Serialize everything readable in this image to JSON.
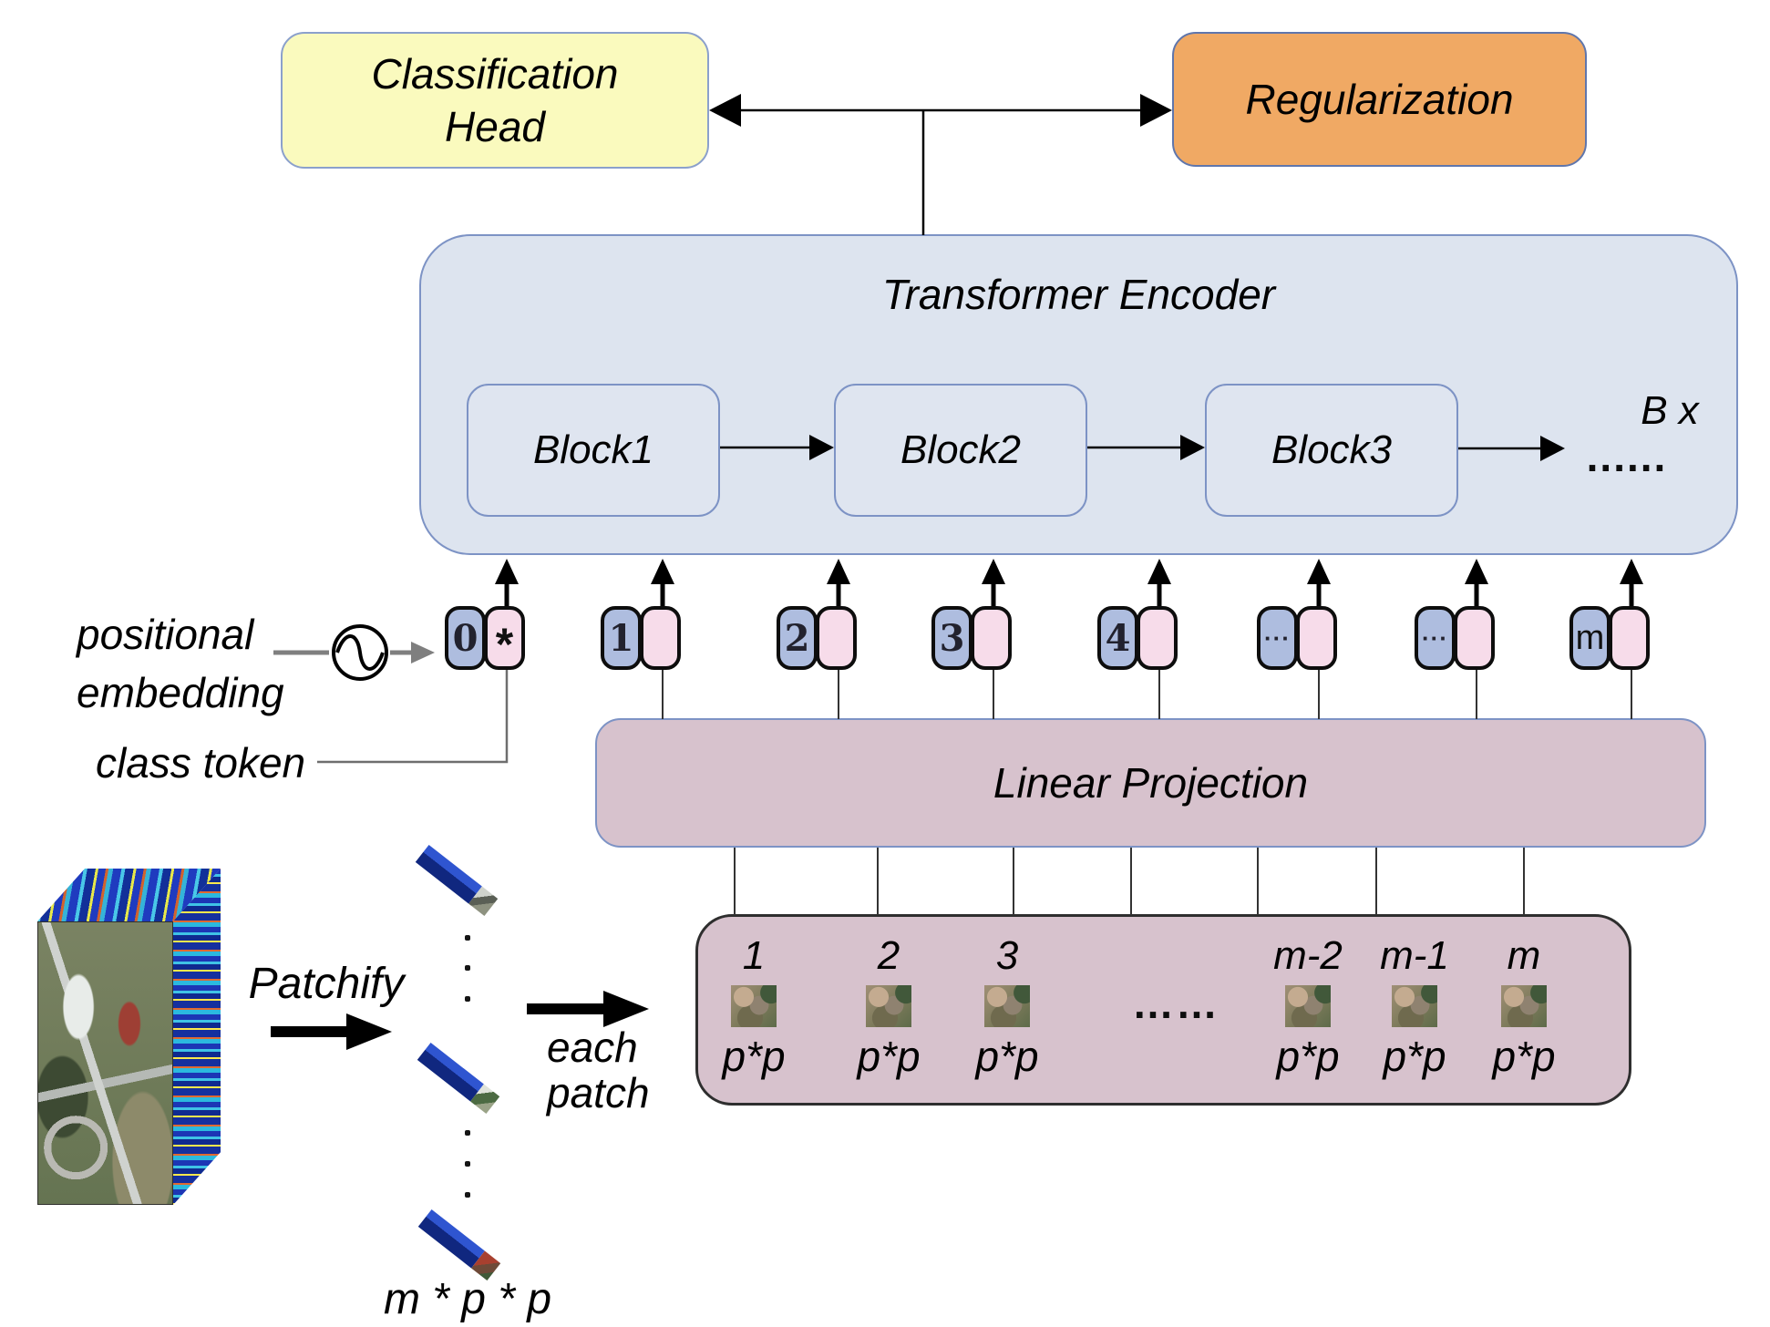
{
  "nodes": {
    "classification_head": {
      "line1": "Classification",
      "line2": "Head"
    },
    "regularization": {
      "label": "Regularization"
    },
    "transformer_encoder": {
      "title": "Transformer Encoder",
      "blocks": [
        {
          "label": "Block1"
        },
        {
          "label": "Block2"
        },
        {
          "label": "Block3"
        }
      ],
      "repeat_label": "B x",
      "ellipsis": "......"
    },
    "linear_projection": {
      "label": "Linear Projection"
    },
    "patch_sequence": {
      "columns": [
        {
          "label": "1",
          "size": "p*p"
        },
        {
          "label": "2",
          "size": "p*p"
        },
        {
          "label": "3",
          "size": "p*p"
        },
        {
          "label": "……",
          "size": ""
        },
        {
          "label": "m-2",
          "size": "p*p"
        },
        {
          "label": "m-1",
          "size": "p*p"
        },
        {
          "label": "m",
          "size": "p*p"
        }
      ]
    }
  },
  "tokens": {
    "items": [
      {
        "label": "0",
        "tag": "*"
      },
      {
        "label": "1",
        "tag": ""
      },
      {
        "label": "2",
        "tag": ""
      },
      {
        "label": "3",
        "tag": ""
      },
      {
        "label": "4",
        "tag": ""
      },
      {
        "label": "···",
        "tag": ""
      },
      {
        "label": "···",
        "tag": ""
      },
      {
        "label": "m",
        "tag": ""
      }
    ]
  },
  "annotations": {
    "positional_embedding_line1": "positional",
    "positional_embedding_line2": "embedding",
    "class_token": "class token",
    "patchify": "Patchify",
    "each_patch_line1": "each",
    "each_patch_line2": "patch",
    "patch_count": "m * p * p"
  },
  "colors": {
    "classification_head_fill": "#fafabe",
    "regularization_fill": "#f0a964",
    "encoder_fill": "#dde4ef",
    "encoder_border": "#7d93c5",
    "token_index_fill": "#aebddf",
    "token_patch_fill": "#f7dcea",
    "token_border": "#0d0d0d",
    "linear_projection_fill": "#d7c2cd",
    "patch_box_fill": "#d7c2cd",
    "arrow_color": "#000000",
    "muted_arrow_color": "#7f7f7f"
  }
}
